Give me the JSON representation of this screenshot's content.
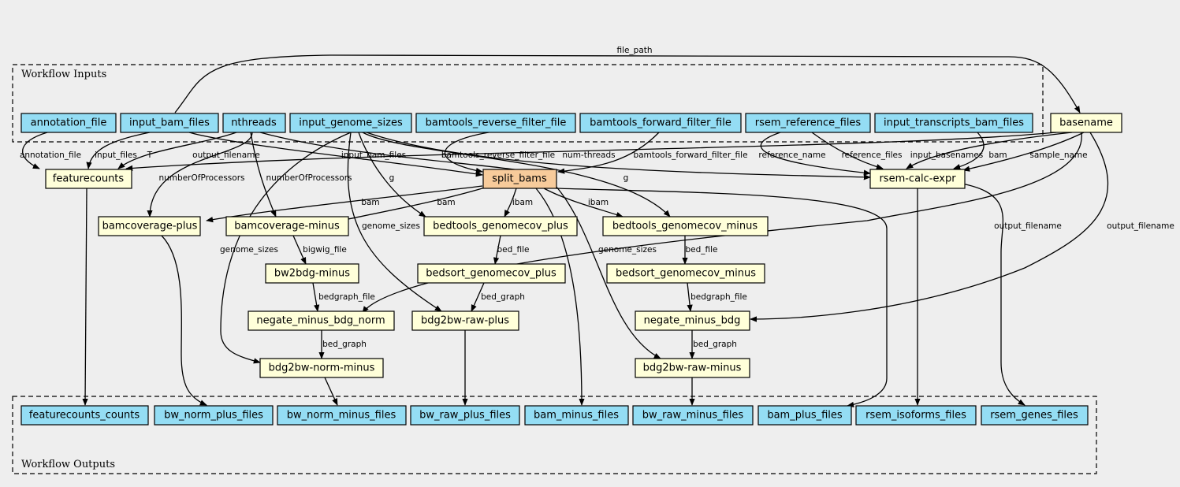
{
  "clusters": {
    "inputs": "Workflow Inputs",
    "outputs": "Workflow Outputs"
  },
  "nodes": {
    "annotation_file": "annotation_file",
    "input_bam_files": "input_bam_files",
    "nthreads": "nthreads",
    "input_genome_sizes": "input_genome_sizes",
    "bamtools_reverse_filter_file": "bamtools_reverse_filter_file",
    "bamtools_forward_filter_file": "bamtools_forward_filter_file",
    "rsem_reference_files": "rsem_reference_files",
    "input_transcripts_bam_files": "input_transcripts_bam_files",
    "basename": "basename",
    "featurecounts": "featurecounts",
    "split_bams": "split_bams",
    "rsem_calc_expr": "rsem-calc-expr",
    "bamcoverage_plus": "bamcoverage-plus",
    "bamcoverage_minus": "bamcoverage-minus",
    "bedtools_genomecov_plus": "bedtools_genomecov_plus",
    "bedtools_genomecov_minus": "bedtools_genomecov_minus",
    "bw2bdg_minus": "bw2bdg-minus",
    "bedsort_genomecov_plus": "bedsort_genomecov_plus",
    "bedsort_genomecov_minus": "bedsort_genomecov_minus",
    "negate_minus_bdg_norm": "negate_minus_bdg_norm",
    "bdg2bw_raw_plus": "bdg2bw-raw-plus",
    "negate_minus_bdg": "negate_minus_bdg",
    "bdg2bw_norm_minus": "bdg2bw-norm-minus",
    "bdg2bw_raw_minus": "bdg2bw-raw-minus",
    "featurecounts_counts": "featurecounts_counts",
    "bw_norm_plus_files": "bw_norm_plus_files",
    "bw_norm_minus_files": "bw_norm_minus_files",
    "bw_raw_plus_files": "bw_raw_plus_files",
    "bam_minus_files": "bam_minus_files",
    "bw_raw_minus_files": "bw_raw_minus_files",
    "bam_plus_files": "bam_plus_files",
    "rsem_isoforms_files": "rsem_isoforms_files",
    "rsem_genes_files": "rsem_genes_files"
  },
  "edge_labels": {
    "file_path": "file_path",
    "annotation_file": "annotation_file",
    "input_files": "input_files",
    "T": "T",
    "output_filename": "output_filename",
    "input_bam_files": "input_bam_files",
    "bamtools_reverse_filter_file": "bamtools_reverse_filter_file",
    "num_threads": "num-threads",
    "bamtools_forward_filter_file": "bamtools_forward_filter_file",
    "reference_name": "reference_name",
    "reference_files": "reference_files",
    "input_basenames": "input_basenames",
    "bam": "bam",
    "sample_name": "sample_name",
    "numberOfProcessors": "numberOfProcessors",
    "g": "g",
    "ibam": "ibam",
    "genome_sizes": "genome_sizes",
    "bigwig_file": "bigwig_file",
    "bed_file": "bed_file",
    "bedgraph_file": "bedgraph_file",
    "bed_graph": "bed_graph"
  },
  "colors": {
    "background": "#eeeeee",
    "io_node": "#94ddf4",
    "step_node": "#ffffd9",
    "hub_node": "#f7cb9b"
  }
}
